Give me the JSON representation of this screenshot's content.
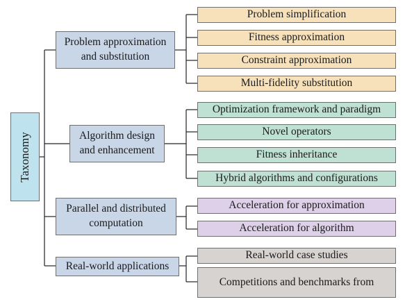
{
  "root": {
    "label": "Taxonomy"
  },
  "categories": [
    {
      "label": "Problem approximation and substitution",
      "color": "#c9d6e7",
      "items": [
        "Problem simplification",
        "Fitness approximation",
        "Constraint approximation",
        "Multi-fidelity substitution"
      ],
      "item_color": "#f7e1bb"
    },
    {
      "label": "Algorithm design and enhancement",
      "color": "#c9d6e7",
      "items": [
        "Optimization framework and paradigm",
        "Novel operators",
        "Fitness inheritance",
        "Hybrid algorithms and configurations"
      ],
      "item_color": "#bfe1d4"
    },
    {
      "label": "Parallel and distributed computation",
      "color": "#c9d6e7",
      "items": [
        "Acceleration for approximation",
        "Acceleration for algorithm"
      ],
      "item_color": "#ddd0e8"
    },
    {
      "label": "Real-world applications",
      "color": "#c9d6e7",
      "items": [
        "Real-world case studies",
        "Competitions and benchmarks from"
      ],
      "item_color": "#d6d3d1"
    }
  ]
}
